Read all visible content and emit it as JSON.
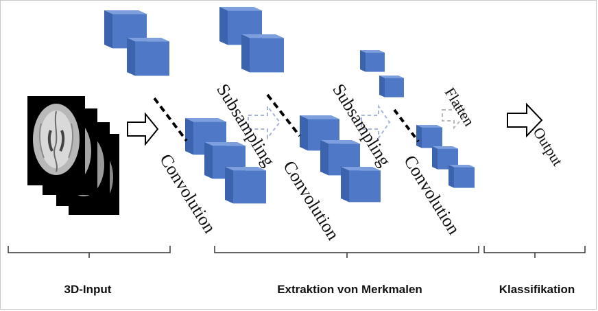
{
  "labels": {
    "convolution": "Convolution",
    "subsampling": "Subsampling",
    "flatten": "Flatten",
    "output": "Output"
  },
  "sections": {
    "input": "3D-Input",
    "features": "Extraktion von Merkmalen",
    "classification": "Klassifikation"
  },
  "colors": {
    "cube_front": "#4f79c7",
    "cube_top": "#7e9fdd",
    "cube_side": "#3c63ad",
    "dashed_arrow": "#a8b4d8",
    "outline_arrow": "#000000"
  }
}
